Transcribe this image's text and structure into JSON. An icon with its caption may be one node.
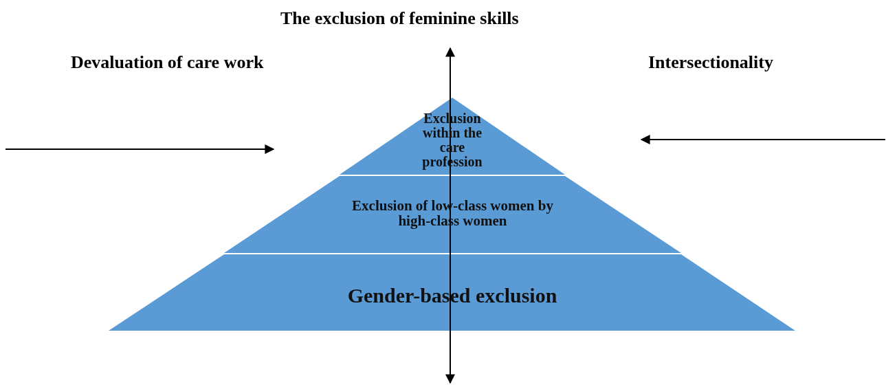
{
  "diagram": {
    "nodes": [
      {
        "text": [
          "Exclusion within the care profession"
        ]
      },
      {
        "text": [
          "Exclusion of low-class women by high-class women"
        ]
      },
      {
        "text": [
          "Gender-based exclusion"
        ]
      }
    ],
    "labels": [
      "The exclusion of feminine skills",
      "Devaluation of care work",
      "Intersectionality"
    ]
  }
}
